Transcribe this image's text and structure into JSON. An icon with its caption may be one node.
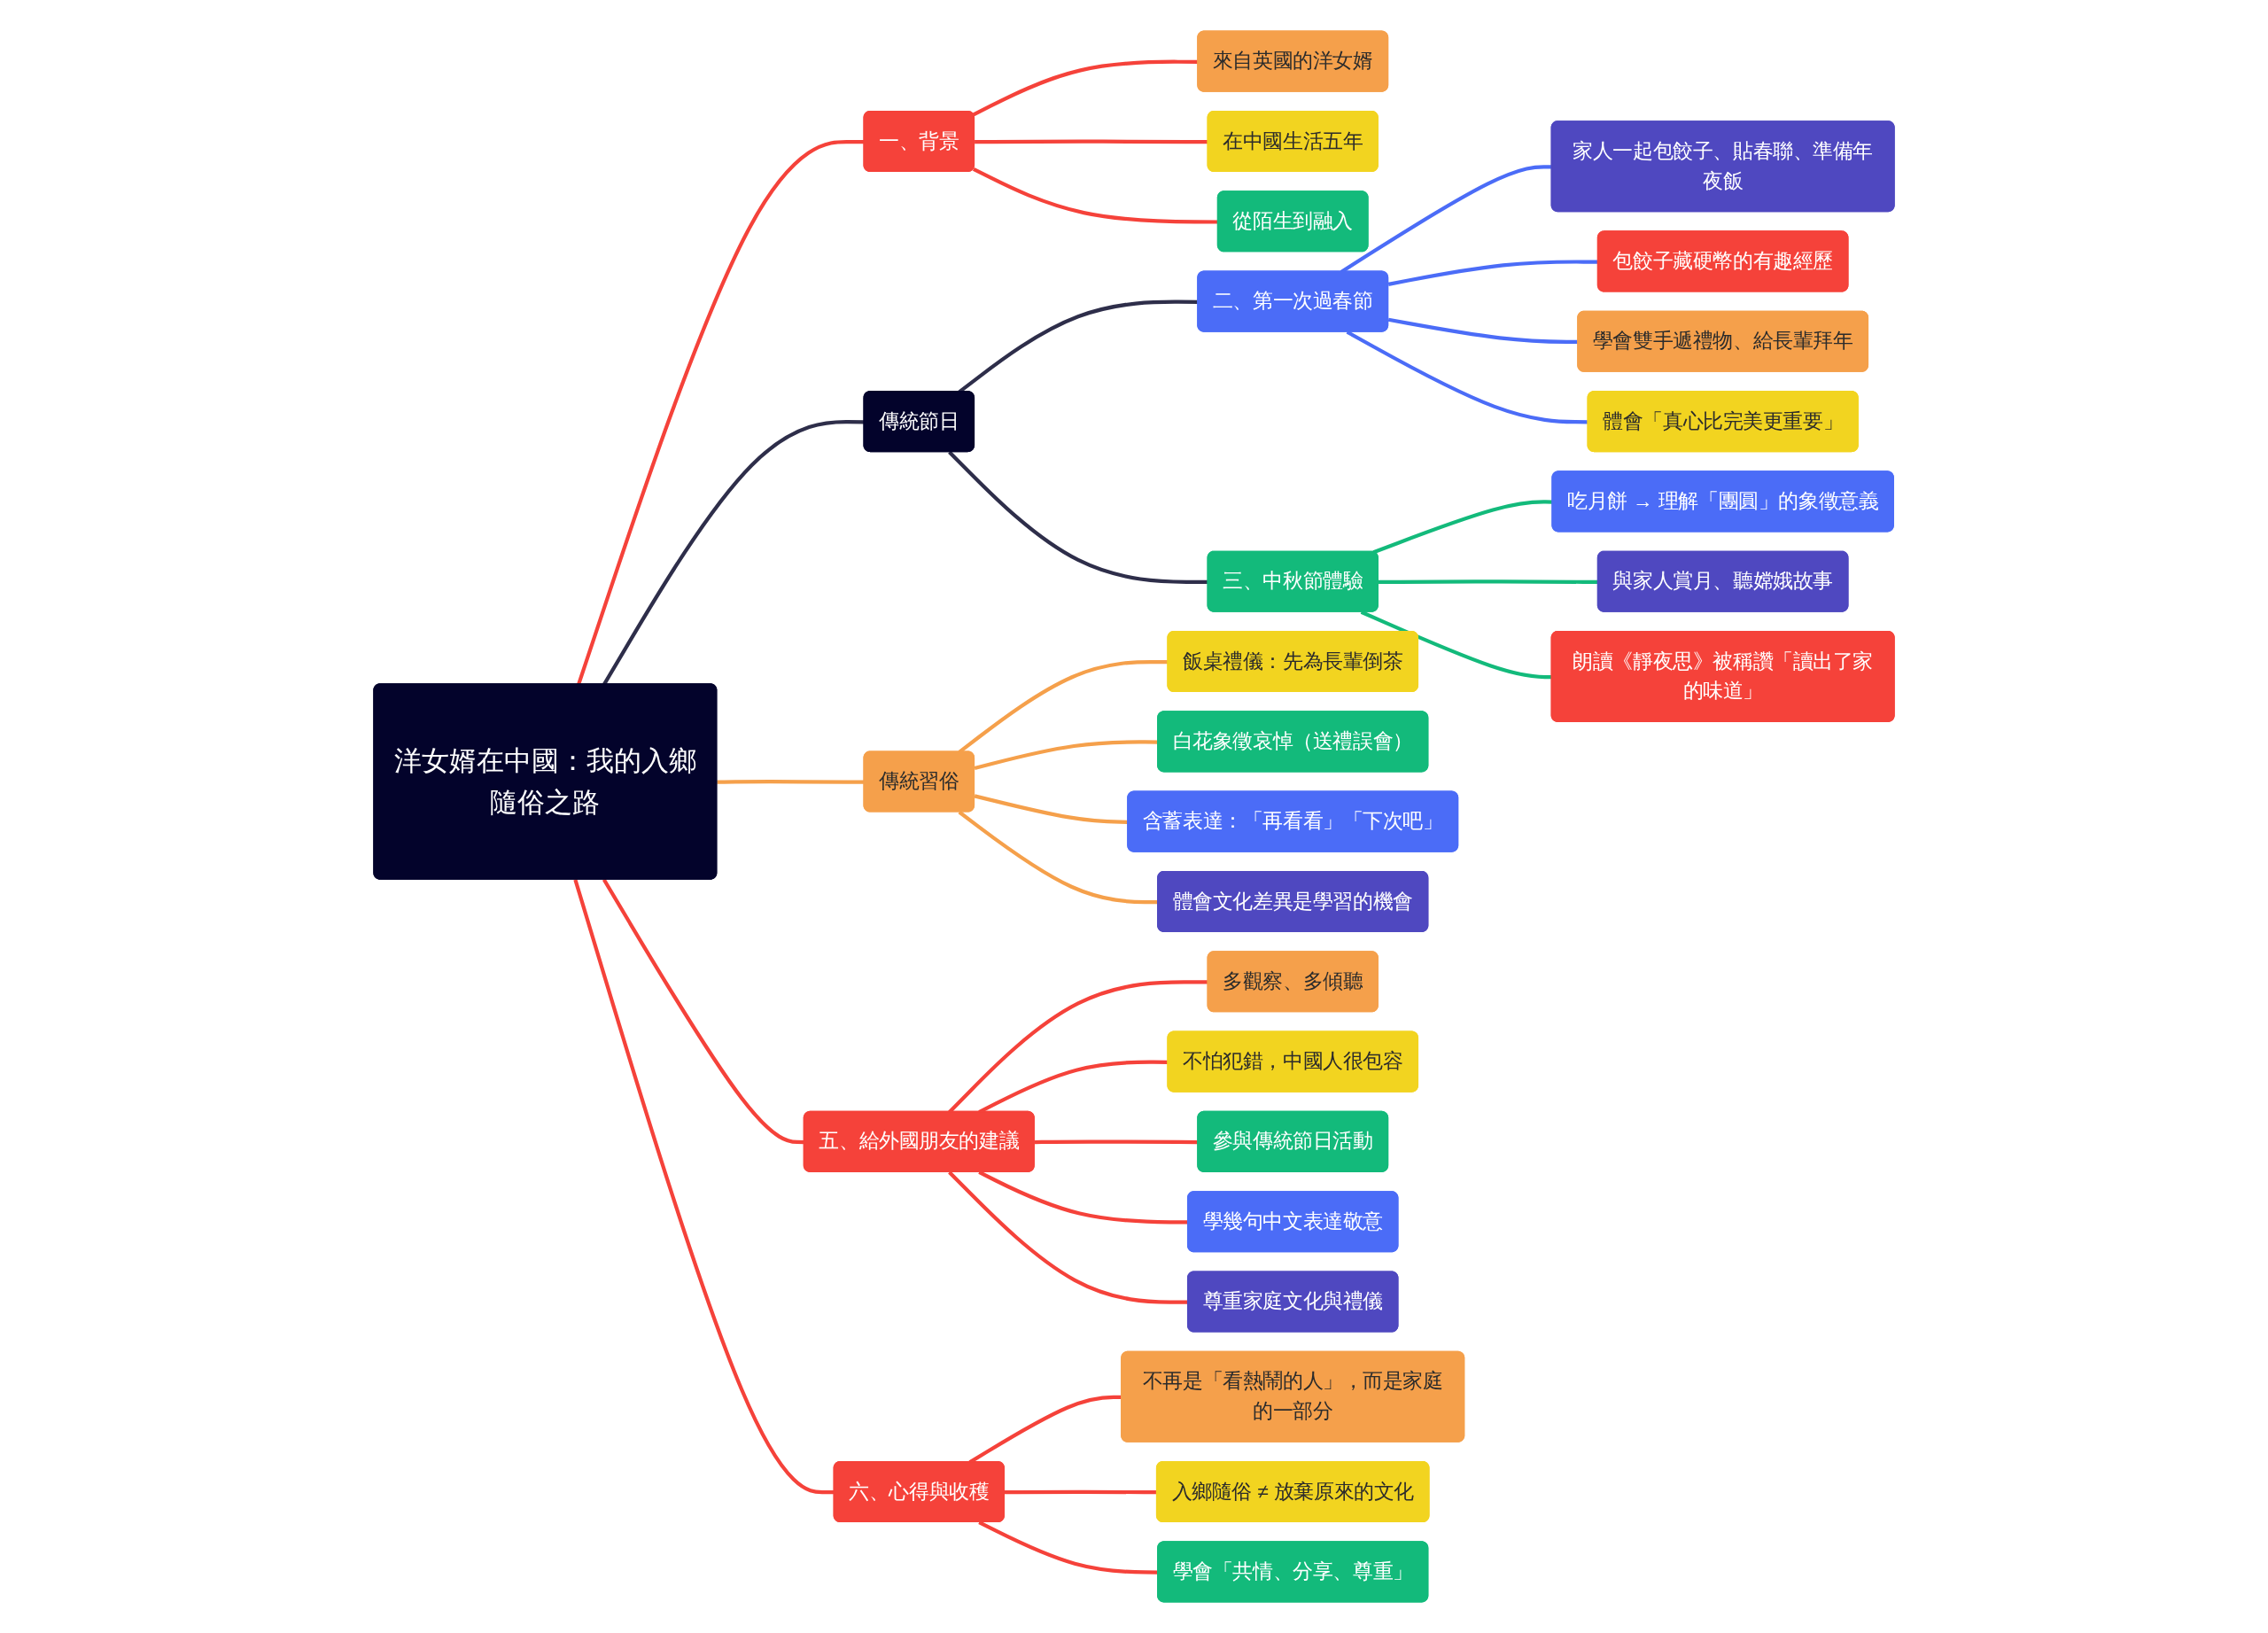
{
  "diagram": {
    "nodes": [
      {
        "text": [
          "洋女婿在中國：我的入鄉隨俗之路"
        ]
      },
      {
        "text": [
          "一、背景"
        ]
      },
      {
        "text": [
          "來自英國的洋女婿"
        ]
      },
      {
        "text": [
          "在中國生活五年"
        ]
      },
      {
        "text": [
          "從陌生到融入"
        ]
      },
      {
        "text": [
          "傳統節日"
        ]
      },
      {
        "text": [
          "二、第一次過春節"
        ]
      },
      {
        "text": [
          "家人一起包餃子、貼春聯、準備年夜飯"
        ]
      },
      {
        "text": [
          "包餃子藏硬幣的有趣經歷"
        ]
      },
      {
        "text": [
          "學會雙手遞禮物、給長輩拜年"
        ]
      },
      {
        "text": [
          "體會「真心比完美更重要」"
        ]
      },
      {
        "text": [
          "三、中秋節體驗"
        ]
      },
      {
        "text": [
          "吃月餅 → 理解「團圓」的象徵意義"
        ]
      },
      {
        "text": [
          "與家人賞月、聽嫦娥故事"
        ]
      },
      {
        "text": [
          "朗讀《靜夜思》被稱讚「讀出了家的味道」"
        ]
      },
      {
        "text": [
          "傳統習俗"
        ]
      },
      {
        "text": [
          "飯桌禮儀：先為長輩倒茶"
        ]
      },
      {
        "text": [
          "白花象徵哀悼（送禮誤會）"
        ]
      },
      {
        "text": [
          "含蓄表達：「再看看」「下次吧」"
        ]
      },
      {
        "text": [
          "體會文化差異是學習的機會"
        ]
      },
      {
        "text": [
          "五、給外國朋友的建議"
        ]
      },
      {
        "text": [
          "多觀察、多傾聽"
        ]
      },
      {
        "text": [
          "不怕犯錯，中國人很包容"
        ]
      },
      {
        "text": [
          "參與傳統節日活動"
        ]
      },
      {
        "text": [
          "學幾句中文表達敬意"
        ]
      },
      {
        "text": [
          "尊重家庭文化與禮儀"
        ]
      },
      {
        "text": [
          "六、心得與收穫"
        ]
      },
      {
        "text": [
          "不再是「看熱鬧的人」，而是家庭的一部分"
        ]
      },
      {
        "text": [
          "入鄉隨俗 ≠ 放棄原來的文化"
        ]
      },
      {
        "text": [
          "學會「共情、分享、尊重」"
        ]
      }
    ],
    "edges": [
      {
        "from": 0,
        "to": 1,
        "arrow": "none"
      },
      {
        "from": 1,
        "to": 2,
        "arrow": "none"
      },
      {
        "from": 1,
        "to": 3,
        "arrow": "none"
      },
      {
        "from": 1,
        "to": 4,
        "arrow": "none"
      },
      {
        "from": 0,
        "to": 5,
        "arrow": "none",
        "color": "#2e2e4a"
      },
      {
        "from": 5,
        "to": 6,
        "arrow": "none",
        "color": "#2e2e4a"
      },
      {
        "from": 6,
        "to": 7,
        "arrow": "none",
        "color": "#4b6cf7"
      },
      {
        "from": 6,
        "to": 8,
        "arrow": "none",
        "color": "#4b6cf7"
      },
      {
        "from": 6,
        "to": 9,
        "arrow": "none",
        "color": "#4b6cf7"
      },
      {
        "from": 6,
        "to": 10,
        "arrow": "none",
        "color": "#4b6cf7"
      },
      {
        "from": 5,
        "to": 11,
        "arrow": "none",
        "color": "#2e2e4a"
      },
      {
        "from": 11,
        "to": 12,
        "arrow": "none",
        "color": "#13ba7b"
      },
      {
        "from": 11,
        "to": 13,
        "arrow": "none",
        "color": "#13ba7b"
      },
      {
        "from": 11,
        "to": 14,
        "arrow": "none",
        "color": "#13ba7b"
      },
      {
        "from": 0,
        "to": 15,
        "arrow": "none",
        "color": "#f5a04b"
      },
      {
        "from": 15,
        "to": 16,
        "arrow": "none",
        "color": "#f5a04b"
      },
      {
        "from": 15,
        "to": 17,
        "arrow": "none",
        "color": "#f5a04b"
      },
      {
        "from": 15,
        "to": 18,
        "arrow": "none",
        "color": "#f5a04b"
      },
      {
        "from": 15,
        "to": 19,
        "arrow": "none",
        "color": "#f5a04b"
      },
      {
        "from": 0,
        "to": 20,
        "arrow": "none"
      },
      {
        "from": 20,
        "to": 21,
        "arrow": "none"
      },
      {
        "from": 20,
        "to": 22,
        "arrow": "none"
      },
      {
        "from": 20,
        "to": 23,
        "arrow": "none"
      },
      {
        "from": 20,
        "to": 24,
        "arrow": "none"
      },
      {
        "from": 20,
        "to": 25,
        "arrow": "none"
      },
      {
        "from": 0,
        "to": 26,
        "arrow": "none"
      },
      {
        "from": 26,
        "to": 27,
        "arrow": "none"
      },
      {
        "from": 26,
        "to": 28,
        "arrow": "none"
      },
      {
        "from": 26,
        "to": 29,
        "arrow": "none"
      }
    ]
  }
}
